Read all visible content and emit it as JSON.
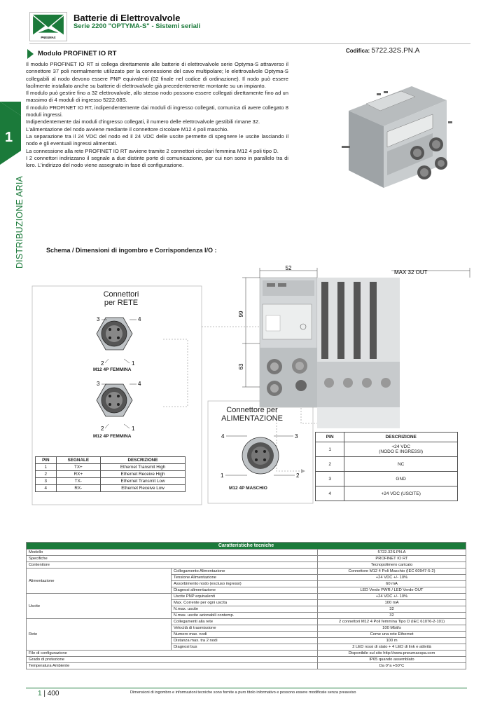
{
  "header": {
    "title": "Batterie di Elettrovalvole",
    "subtitle": "Serie 2200 \"OPTYMA-S\" - Sistemi seriali",
    "logo_text": "PNEUMAX"
  },
  "side": {
    "number": "1",
    "text": "DISTRIBUZIONE ARIA"
  },
  "section": {
    "title": "Modulo PROFINET IO RT",
    "codifica_label": "Codifica:",
    "codifica_value": "5722.32S.PN.A",
    "paragraphs": [
      "Il modulo PROFINET IO RT si collega direttamente alle batterie di elettrovalvole serie Optyma-S attraverso il connettore 37 poli normalmente utilizzato per la connessione del cavo multipolare; le elettrovalvole Optyma-S collegabili al nodo devono essere PNP equivalenti (02 finale nel codice di ordinazione). Il nodo può essere facilmente installato anche su batterie di elettrovalvole già precedentemente montante su un impianto.",
      "Il modulo può gestire fino a 32 elettrovalvole, allo stesso nodo possono essere collegati direttamente fino ad un massimo di 4 moduli di ingresso 5222.08S.",
      "Il modulo PROFINET IO RT, indipendentemente dai moduli di ingresso collegati, comunica di avere collegato 8 moduli ingressi.",
      "Indipendentemente dai moduli d'ingresso collegati, il numero delle elettrovalvole gestibili rimane 32.",
      "L'alimentazione del nodo avviene mediante il connettore circolare M12 4 poli maschio.",
      "La separazione tra il 24 VDC del nodo ed il 24 VDC delle uscite permette di spegnere le uscite lasciando il nodo e gli eventuali ingressi alimentati.",
      "La connessione alla rete PROFINET IO RT avviene tramite 2 connettori circolari femmina M12 4 poli tipo D.",
      "I 2 connettori indirizzano il segnale a due distinte porte di comunicazione, per cui non sono in parallelo tra di loro. L'indirizzo del nodo viene assegnato in fase di configurazione."
    ]
  },
  "schema": {
    "title": "Schema / Dimensioni di ingombro e Corrispondenza I/O :",
    "dim_52": "52",
    "dim_99": "99",
    "dim_63": "63",
    "max_out": "MAX 32 OUT",
    "net_title": "Connettori\nper RETE",
    "net_conn_label": "M12 4P FEMMINA",
    "power_title": "Connettore per\nALIMENTAZIONE",
    "power_conn_label": "M12 4P MASCHIO",
    "pin_nums": [
      "1",
      "2",
      "3",
      "4"
    ],
    "left_table": {
      "headers": [
        "PIN",
        "SEGNALE",
        "DESCRIZIONE"
      ],
      "rows": [
        [
          "1",
          "TX+",
          "Ethernet Transmit High"
        ],
        [
          "2",
          "RX+",
          "Ethernet Receive High"
        ],
        [
          "3",
          "TX-",
          "Ethernet Transmit Low"
        ],
        [
          "4",
          "RX-",
          "Ethernet Receive Low"
        ]
      ]
    },
    "right_table": {
      "headers": [
        "PIN",
        "DESCRIZIONE"
      ],
      "rows": [
        [
          "1",
          "+24 VDC\n(NODO E INGRESSI)"
        ],
        [
          "2",
          "NC"
        ],
        [
          "3",
          "GND"
        ],
        [
          "4",
          "+24 VDC (USCITE)"
        ]
      ]
    }
  },
  "specs": {
    "title": "Caratteristiche tecniche",
    "rows": [
      {
        "group": "Modello",
        "item": "",
        "value": "5722.32S.PN.A"
      },
      {
        "group": "Specifiche",
        "item": "",
        "value": "PROFINET IO RT"
      },
      {
        "group": "Contenitore",
        "item": "",
        "value": "Tecnopolimero caricato"
      },
      {
        "group": "Alimentazione",
        "item": "Collegamento Alimentazione",
        "value": "Connettore M12 4 Poli Maschio (IEC 60947-5-2)"
      },
      {
        "group": "",
        "item": "Tensione Alimentazione",
        "value": "+24 VDC +/- 10%"
      },
      {
        "group": "",
        "item": "Assorbimento nodo (escluso ingressi)",
        "value": "60 mA"
      },
      {
        "group": "",
        "item": "Diagnosi alimentazione",
        "value": "LED Verde PWR / LED Verde OUT"
      },
      {
        "group": "Uscite",
        "item": "Uscite PNP equivalenti",
        "value": "+24 VDC +/- 10%"
      },
      {
        "group": "",
        "item": "Max. Corrente per ogni uscita",
        "value": "100 mA"
      },
      {
        "group": "",
        "item": "N.max. uscite",
        "value": "32"
      },
      {
        "group": "",
        "item": "N.max. uscite azionabili contemp.",
        "value": "32"
      },
      {
        "group": "Rete",
        "item": "Collegamenti alla rete",
        "value": "2 connettori M12 4 Poli femmina Tipo D (IEC 61076-2-101)"
      },
      {
        "group": "",
        "item": "Velocità di trasmissione",
        "value": "100 Mbit/s"
      },
      {
        "group": "",
        "item": "Numero max. nodi",
        "value": "Come una rete Ethernet"
      },
      {
        "group": "",
        "item": "Distanza max. tra 2 nodi",
        "value": "100 m"
      },
      {
        "group": "",
        "item": "Diagnosi bus",
        "value": "2 LED rossi di stato + 4 LED di link e attività"
      },
      {
        "group": "File di configurazione",
        "item": "",
        "value": "Disponibile sul sito http://www.pneumaxspa.com"
      },
      {
        "group": "Grado di protezione",
        "item": "",
        "value": "IP65 quando assemblato"
      },
      {
        "group": "Temperatura Ambiente",
        "item": "",
        "value": "Da 0°a +50°C"
      }
    ]
  },
  "footer": {
    "chapter": "1",
    "page": "400",
    "note": "Dimensioni di ingombro e informazioni tecniche sono fornite a puro titolo informativo e possono essere modificate senza preavviso"
  },
  "colors": {
    "brand_green": "#1b7a3a"
  }
}
